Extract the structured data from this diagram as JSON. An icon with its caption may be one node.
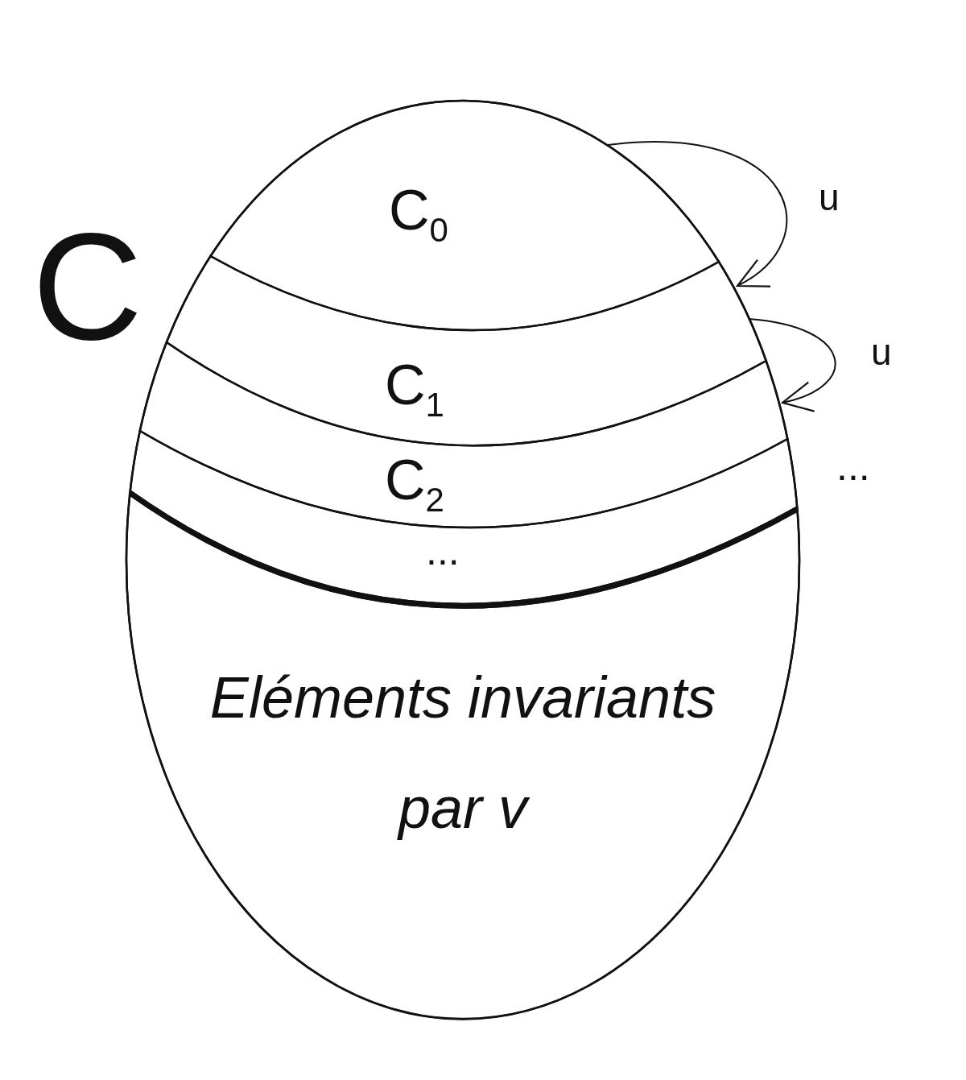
{
  "diagram": {
    "nodes": [
      {
        "text": [
          "C"
        ]
      },
      {
        "text": [
          "C$_{0}$"
        ],
        "in": 0
      },
      {
        "text": [
          "C$_{1}$"
        ],
        "in": 0
      },
      {
        "text": [
          "C$_{2}$"
        ],
        "in": 0
      },
      {
        "text": [
          "..."
        ],
        "in": 0
      },
      {
        "text": [
          "Eléments invariants par v"
        ],
        "in": 0
      }
    ],
    "edges": [
      {
        "from": 1,
        "to": 2,
        "arrow": "to",
        "label": "u"
      },
      {
        "from": 2,
        "to": 3,
        "arrow": "to",
        "label": "u"
      }
    ],
    "labels": [
      "..."
    ]
  }
}
